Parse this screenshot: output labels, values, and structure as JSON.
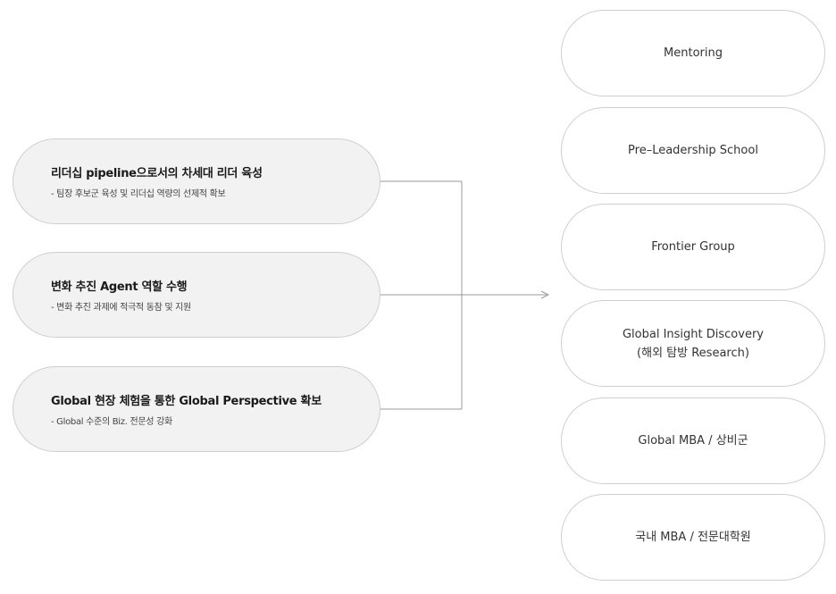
{
  "goals": [
    {
      "title": "리더십 pipeline으로서의 차세대 리더 육성",
      "subtitle": "- 팀장 후보군 육성 및 리더십 역량의 선제적 확보"
    },
    {
      "title": "변화 추진 Agent 역할 수행",
      "subtitle": "- 변화 추진 과제에 적극적 동참 및 지원"
    },
    {
      "title": "Global 현장 체험을 통한 Global Perspective 확보",
      "subtitle": "- Global 수준의 Biz. 전문성 강화"
    }
  ],
  "programs": [
    {
      "line1": "Mentoring",
      "line2": ""
    },
    {
      "line1": "Pre–Leadership School",
      "line2": ""
    },
    {
      "line1": "Frontier Group",
      "line2": ""
    },
    {
      "line1": "Global Insight Discovery",
      "line2": "(해외 탐방 Research)"
    },
    {
      "line1": "Global MBA / 상비군",
      "line2": ""
    },
    {
      "line1": "국내 MBA / 전문대학원",
      "line2": ""
    }
  ],
  "colors": {
    "goal_fill": "#f2f2f2",
    "border": "#cfcfcf",
    "connector": "#999999"
  }
}
